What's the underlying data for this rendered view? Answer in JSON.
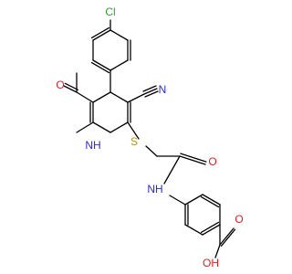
{
  "colors": {
    "background": "#ffffff",
    "bond": "#000000",
    "chlorine": "#2ea02e",
    "nitrogen": "#2b2bd8",
    "oxygen": "#e02020",
    "sulfur": "#b39a00"
  },
  "atoms": {
    "cl": "Cl",
    "cyano_n": "N",
    "carbonyl_o": "O",
    "amide_o": "O",
    "s": "S",
    "ring_nh": "NH",
    "ring_h": "H",
    "amide_nh": "NH",
    "acid_o": "O",
    "acid_oh": "OH"
  }
}
